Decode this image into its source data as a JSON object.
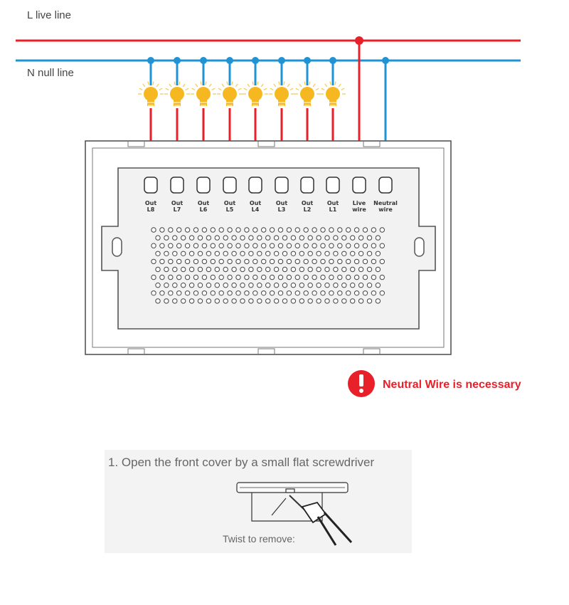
{
  "lines": {
    "live_label": "L live line",
    "null_label": "N null line",
    "live_color": "#e8202a",
    "null_color": "#1f93d3"
  },
  "terminals": [
    {
      "line1": "Out",
      "line2": "L8",
      "wire": "live-out"
    },
    {
      "line1": "Out",
      "line2": "L7",
      "wire": "live-out"
    },
    {
      "line1": "Out",
      "line2": "L6",
      "wire": "live-out"
    },
    {
      "line1": "Out",
      "line2": "L5",
      "wire": "live-out"
    },
    {
      "line1": "Out",
      "line2": "L4",
      "wire": "live-out"
    },
    {
      "line1": "Out",
      "line2": "L3",
      "wire": "live-out"
    },
    {
      "line1": "Out",
      "line2": "L2",
      "wire": "live-out"
    },
    {
      "line1": "Out",
      "line2": "L1",
      "wire": "live-out"
    },
    {
      "line1": "Live",
      "line2": "wire",
      "wire": "live-in"
    },
    {
      "line1": "Neutral",
      "line2": "wire",
      "wire": "neutral"
    }
  ],
  "bulb_color": "#f5b820",
  "warning": {
    "text": "Neutral Wire is necessary",
    "color": "#e8202a",
    "icon": "exclamation-icon"
  },
  "instruction": {
    "step_text": "1. Open the front cover by a small flat screwdriver",
    "twist_text": "Twist to remove:"
  }
}
